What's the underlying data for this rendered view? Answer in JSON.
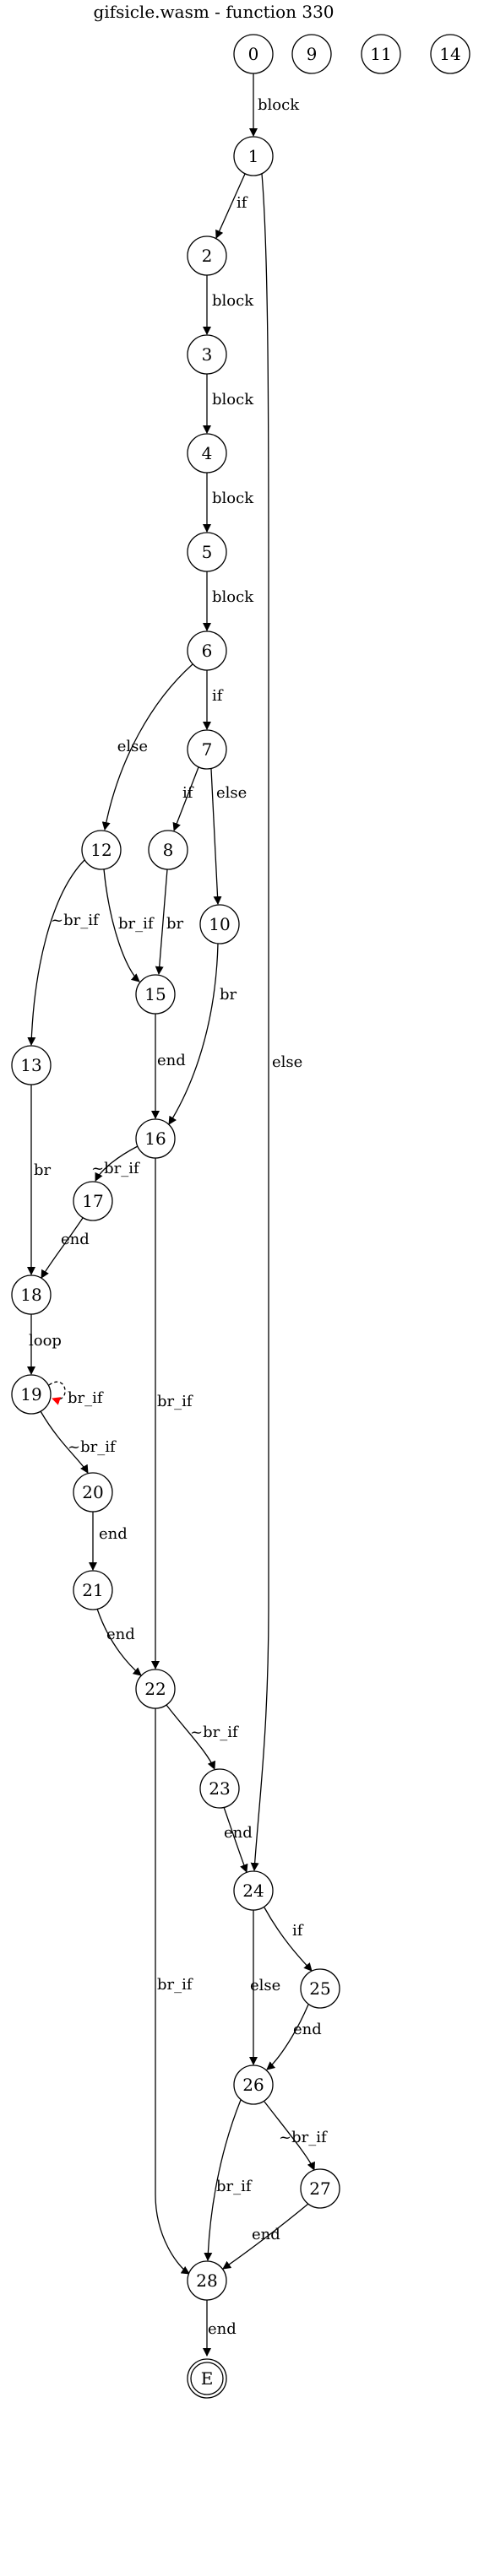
{
  "title": "gifsicle.wasm - function 330",
  "colors": {
    "stroke": "#000000",
    "highlight": "#ff0000",
    "background": "#ffffff"
  },
  "nodes": [
    {
      "id": "0",
      "label": "0"
    },
    {
      "id": "9",
      "label": "9"
    },
    {
      "id": "11",
      "label": "11"
    },
    {
      "id": "14",
      "label": "14"
    },
    {
      "id": "1",
      "label": "1"
    },
    {
      "id": "2",
      "label": "2"
    },
    {
      "id": "3",
      "label": "3"
    },
    {
      "id": "4",
      "label": "4"
    },
    {
      "id": "5",
      "label": "5"
    },
    {
      "id": "6",
      "label": "6"
    },
    {
      "id": "7",
      "label": "7"
    },
    {
      "id": "8",
      "label": "8"
    },
    {
      "id": "10",
      "label": "10"
    },
    {
      "id": "12",
      "label": "12"
    },
    {
      "id": "13",
      "label": "13"
    },
    {
      "id": "15",
      "label": "15"
    },
    {
      "id": "16",
      "label": "16"
    },
    {
      "id": "17",
      "label": "17"
    },
    {
      "id": "18",
      "label": "18"
    },
    {
      "id": "19",
      "label": "19"
    },
    {
      "id": "20",
      "label": "20"
    },
    {
      "id": "21",
      "label": "21"
    },
    {
      "id": "22",
      "label": "22"
    },
    {
      "id": "23",
      "label": "23"
    },
    {
      "id": "24",
      "label": "24"
    },
    {
      "id": "25",
      "label": "25"
    },
    {
      "id": "26",
      "label": "26"
    },
    {
      "id": "27",
      "label": "27"
    },
    {
      "id": "28",
      "label": "28"
    },
    {
      "id": "E",
      "label": "E"
    }
  ],
  "edges": [
    {
      "from": "0",
      "to": "1",
      "label": "block"
    },
    {
      "from": "1",
      "to": "2",
      "label": "if"
    },
    {
      "from": "1",
      "to": "24",
      "label": "else"
    },
    {
      "from": "2",
      "to": "3",
      "label": "block"
    },
    {
      "from": "3",
      "to": "4",
      "label": "block"
    },
    {
      "from": "4",
      "to": "5",
      "label": "block"
    },
    {
      "from": "5",
      "to": "6",
      "label": "block"
    },
    {
      "from": "6",
      "to": "7",
      "label": "if"
    },
    {
      "from": "6",
      "to": "12",
      "label": "else"
    },
    {
      "from": "7",
      "to": "8",
      "label": "if"
    },
    {
      "from": "7",
      "to": "10",
      "label": "else"
    },
    {
      "from": "8",
      "to": "15",
      "label": "br"
    },
    {
      "from": "12",
      "to": "13",
      "label": "~br_if"
    },
    {
      "from": "12",
      "to": "15",
      "label": "br_if"
    },
    {
      "from": "10",
      "to": "16",
      "label": "br"
    },
    {
      "from": "15",
      "to": "16",
      "label": "end"
    },
    {
      "from": "13",
      "to": "18",
      "label": "br"
    },
    {
      "from": "16",
      "to": "17",
      "label": "~br_if"
    },
    {
      "from": "16",
      "to": "22",
      "label": "br_if"
    },
    {
      "from": "17",
      "to": "18",
      "label": "end"
    },
    {
      "from": "18",
      "to": "19",
      "label": "loop"
    },
    {
      "from": "19",
      "to": "19",
      "label": "br_if",
      "highlight": true
    },
    {
      "from": "19",
      "to": "20",
      "label": "~br_if"
    },
    {
      "from": "20",
      "to": "21",
      "label": "end"
    },
    {
      "from": "21",
      "to": "22",
      "label": "end"
    },
    {
      "from": "22",
      "to": "23",
      "label": "~br_if"
    },
    {
      "from": "22",
      "to": "28",
      "label": "br_if"
    },
    {
      "from": "23",
      "to": "24",
      "label": "end"
    },
    {
      "from": "24",
      "to": "25",
      "label": "if"
    },
    {
      "from": "24",
      "to": "26",
      "label": "else"
    },
    {
      "from": "25",
      "to": "26",
      "label": "end"
    },
    {
      "from": "26",
      "to": "27",
      "label": "~br_if"
    },
    {
      "from": "26",
      "to": "28",
      "label": "br_if"
    },
    {
      "from": "27",
      "to": "28",
      "label": "end"
    },
    {
      "from": "28",
      "to": "E",
      "label": "end"
    }
  ]
}
